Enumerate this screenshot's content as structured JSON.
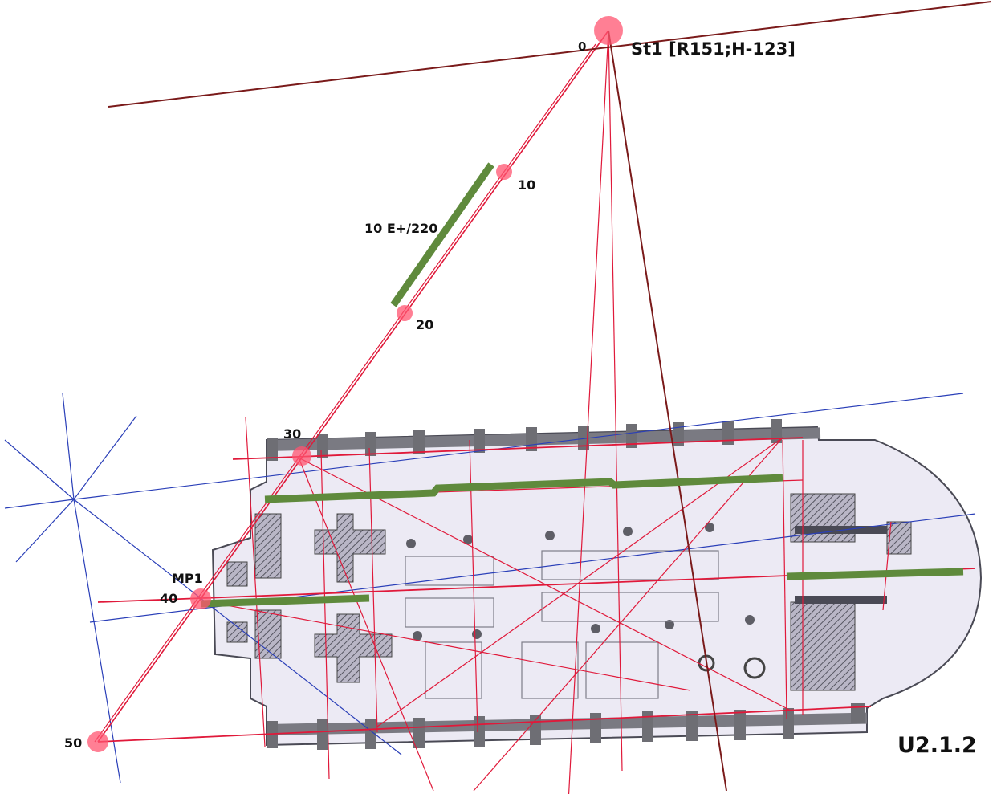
{
  "station": {
    "label": "St1 [R151;H-123]"
  },
  "sheet": {
    "label": "U2.1.2"
  },
  "measure": {
    "label": "10 E+/220"
  },
  "control_point": {
    "label": "MP1"
  },
  "markers": [
    {
      "label": "0"
    },
    {
      "label": "10"
    },
    {
      "label": "20"
    },
    {
      "label": "30"
    },
    {
      "label": "40"
    },
    {
      "label": "50"
    }
  ],
  "colors": {
    "red_line": "#e0193a",
    "dark_line": "#7a1a1a",
    "blue_line": "#2a3fb8",
    "green_bar": "#5f8a3c",
    "marker_fill": "#ff5470",
    "plan_fill": "#eceaf4",
    "wall_fill": "#6e6e74",
    "hatch_fill": "#9a9aa2"
  }
}
